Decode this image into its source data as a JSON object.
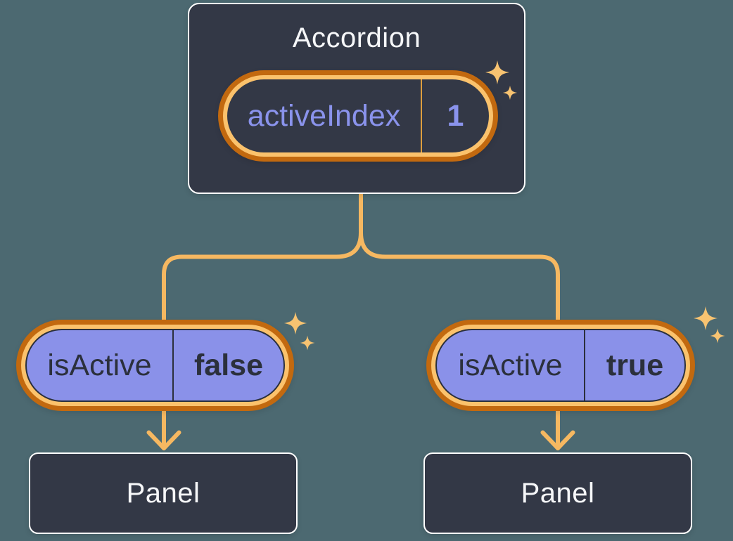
{
  "colors": {
    "bg": "#4C6971",
    "box-bg": "#333846",
    "box-border": "#FFFFFF",
    "text-light": "#F6F7F9",
    "ink": "#2B303C",
    "purple": "#8A91E9",
    "purple-text": "#8A93EC",
    "orange-dark": "#C2690F",
    "orange-light": "#FBC26C",
    "line": "#F6B861",
    "sparkle": "#F8C371",
    "divider-orange": "#DE9E3E"
  },
  "accordion": {
    "title": "Accordion",
    "state_pill": {
      "name": "activeIndex",
      "value": "1"
    }
  },
  "left_branch": {
    "prop_pill": {
      "name": "isActive",
      "value": "false"
    },
    "panel_title": "Panel"
  },
  "right_branch": {
    "prop_pill": {
      "name": "isActive",
      "value": "true"
    },
    "panel_title": "Panel"
  },
  "decorations": {
    "sparkle_icon": "four-point-sparkle",
    "sparkle_count": 6
  }
}
